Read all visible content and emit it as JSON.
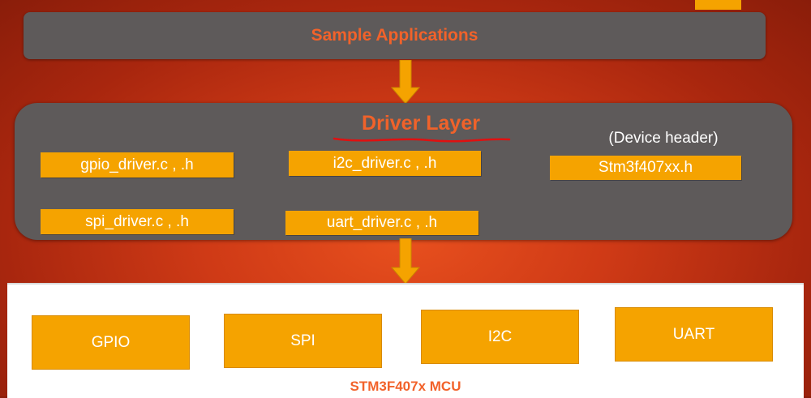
{
  "colors": {
    "background": "#c93716",
    "panel_gray": "#5e5a5a",
    "box_orange": "#f5a300",
    "title_orange": "#f2622a",
    "underline_red": "#e01010"
  },
  "top_bar": {
    "title": "Sample Applications"
  },
  "driver_layer": {
    "title": "Driver Layer",
    "device_header_label": "(Device header)",
    "modules": {
      "gpio": "gpio_driver.c , .h",
      "i2c": "i2c_driver.c , .h",
      "spi": "spi_driver.c , .h",
      "uart": "uart_driver.c , .h",
      "device_header": "Stm3f407xx.h"
    }
  },
  "mcu": {
    "label": "STM3F407x MCU",
    "peripherals": [
      "GPIO",
      "SPI",
      "I2C",
      "UART"
    ]
  }
}
